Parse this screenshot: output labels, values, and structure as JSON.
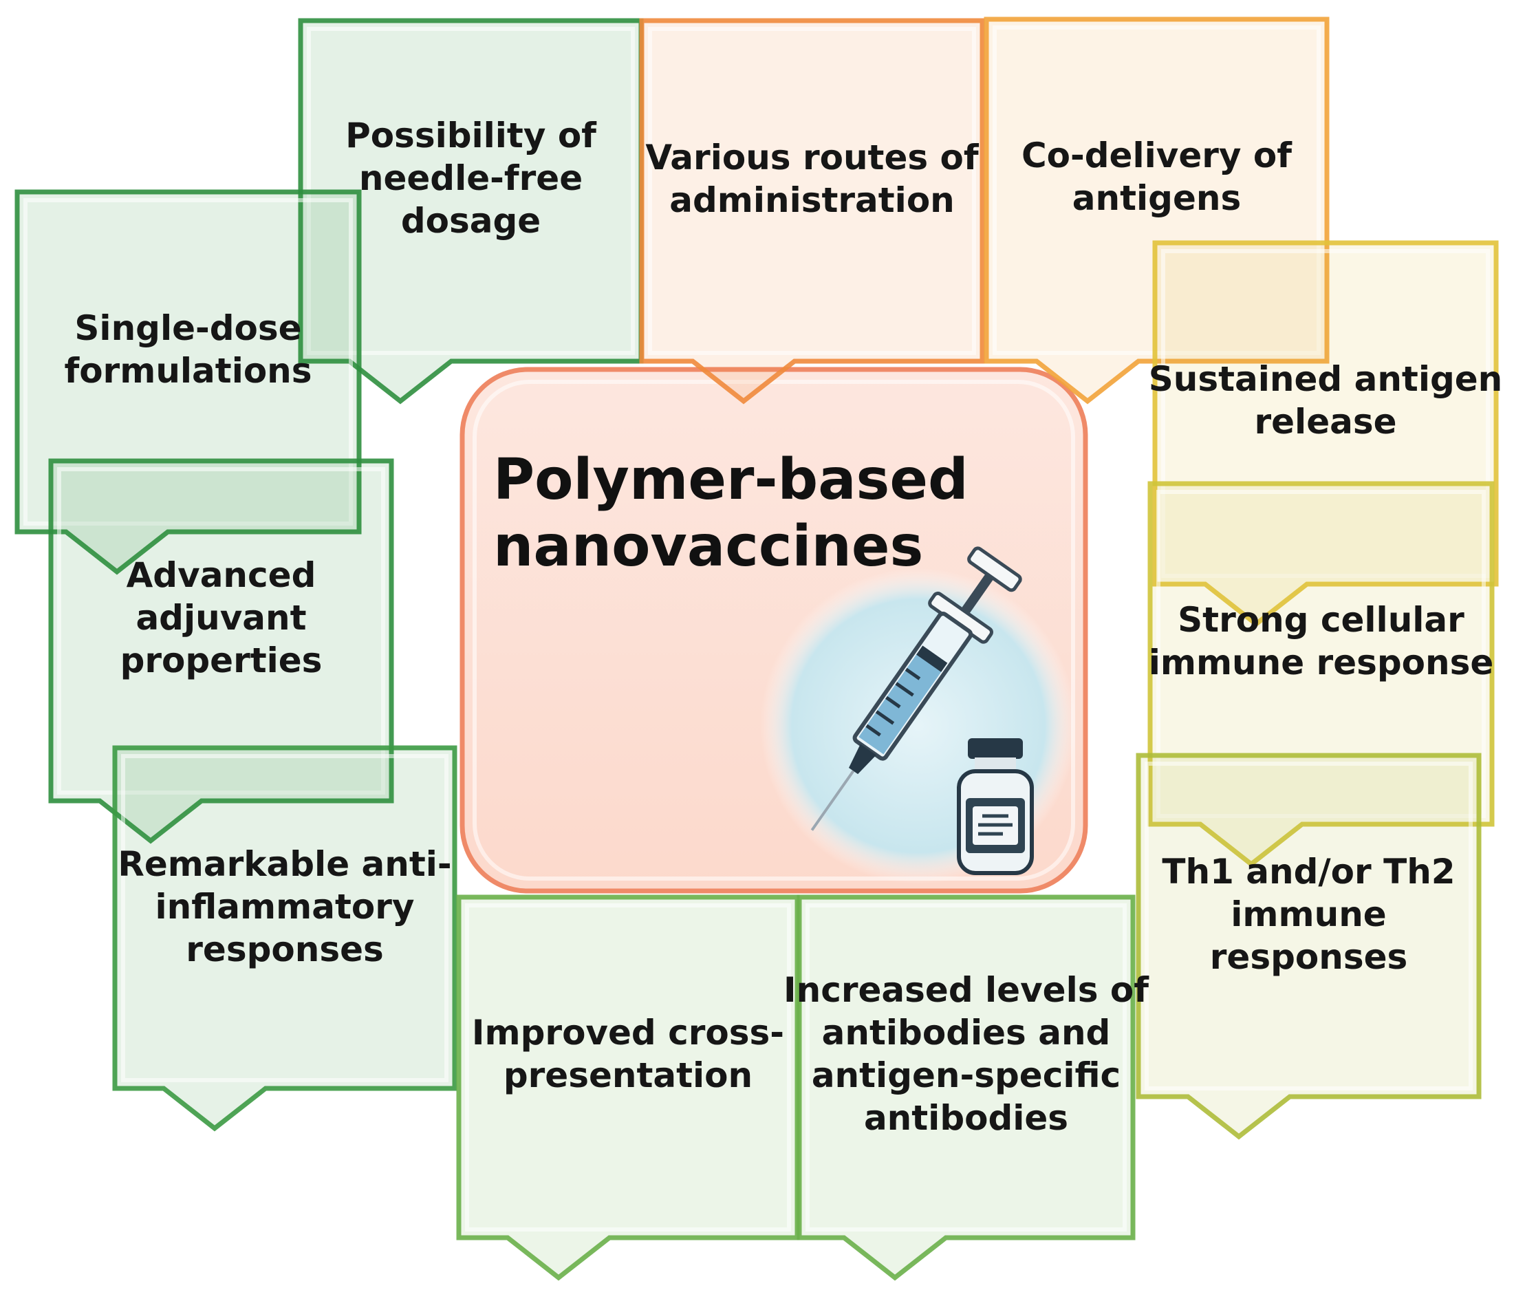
{
  "center": {
    "title_lines": [
      "Polymer-based",
      "nanovaccines"
    ],
    "icon": "syringe-and-vial-icon"
  },
  "callouts": [
    {
      "id": "needle-free",
      "lines": [
        "Possibility of",
        "needle-free",
        "dosage"
      ],
      "color": "#2f8f3f"
    },
    {
      "id": "routes",
      "lines": [
        "Various routes of",
        "administration"
      ],
      "color": "#f08a3c"
    },
    {
      "id": "co-delivery",
      "lines": [
        "Co-delivery of",
        "antigens"
      ],
      "color": "#f2a33a"
    },
    {
      "id": "single-dose",
      "lines": [
        "Single-dose",
        "formulations"
      ],
      "color": "#2f8f3f"
    },
    {
      "id": "sustained-release",
      "lines": [
        "Sustained antigen",
        "release"
      ],
      "color": "#e2c23a"
    },
    {
      "id": "adjuvant",
      "lines": [
        "Advanced",
        "adjuvant",
        "properties"
      ],
      "color": "#2f8f3f"
    },
    {
      "id": "cellular-response",
      "lines": [
        "Strong cellular",
        "immune response"
      ],
      "color": "#cfc43a"
    },
    {
      "id": "anti-inflammatory",
      "lines": [
        "Remarkable anti-",
        "inflammatory",
        "responses"
      ],
      "color": "#3c9a44"
    },
    {
      "id": "th1-th2",
      "lines": [
        "Th1 and/or Th2",
        "immune",
        "responses"
      ],
      "color": "#aebd3a"
    },
    {
      "id": "cross-presentation",
      "lines": [
        "Improved cross-",
        "presentation"
      ],
      "color": "#6ab04a"
    },
    {
      "id": "antibodies",
      "lines": [
        "Increased levels of",
        "antibodies and",
        "antigen-specific",
        "antibodies"
      ],
      "color": "#6ab04a"
    }
  ]
}
